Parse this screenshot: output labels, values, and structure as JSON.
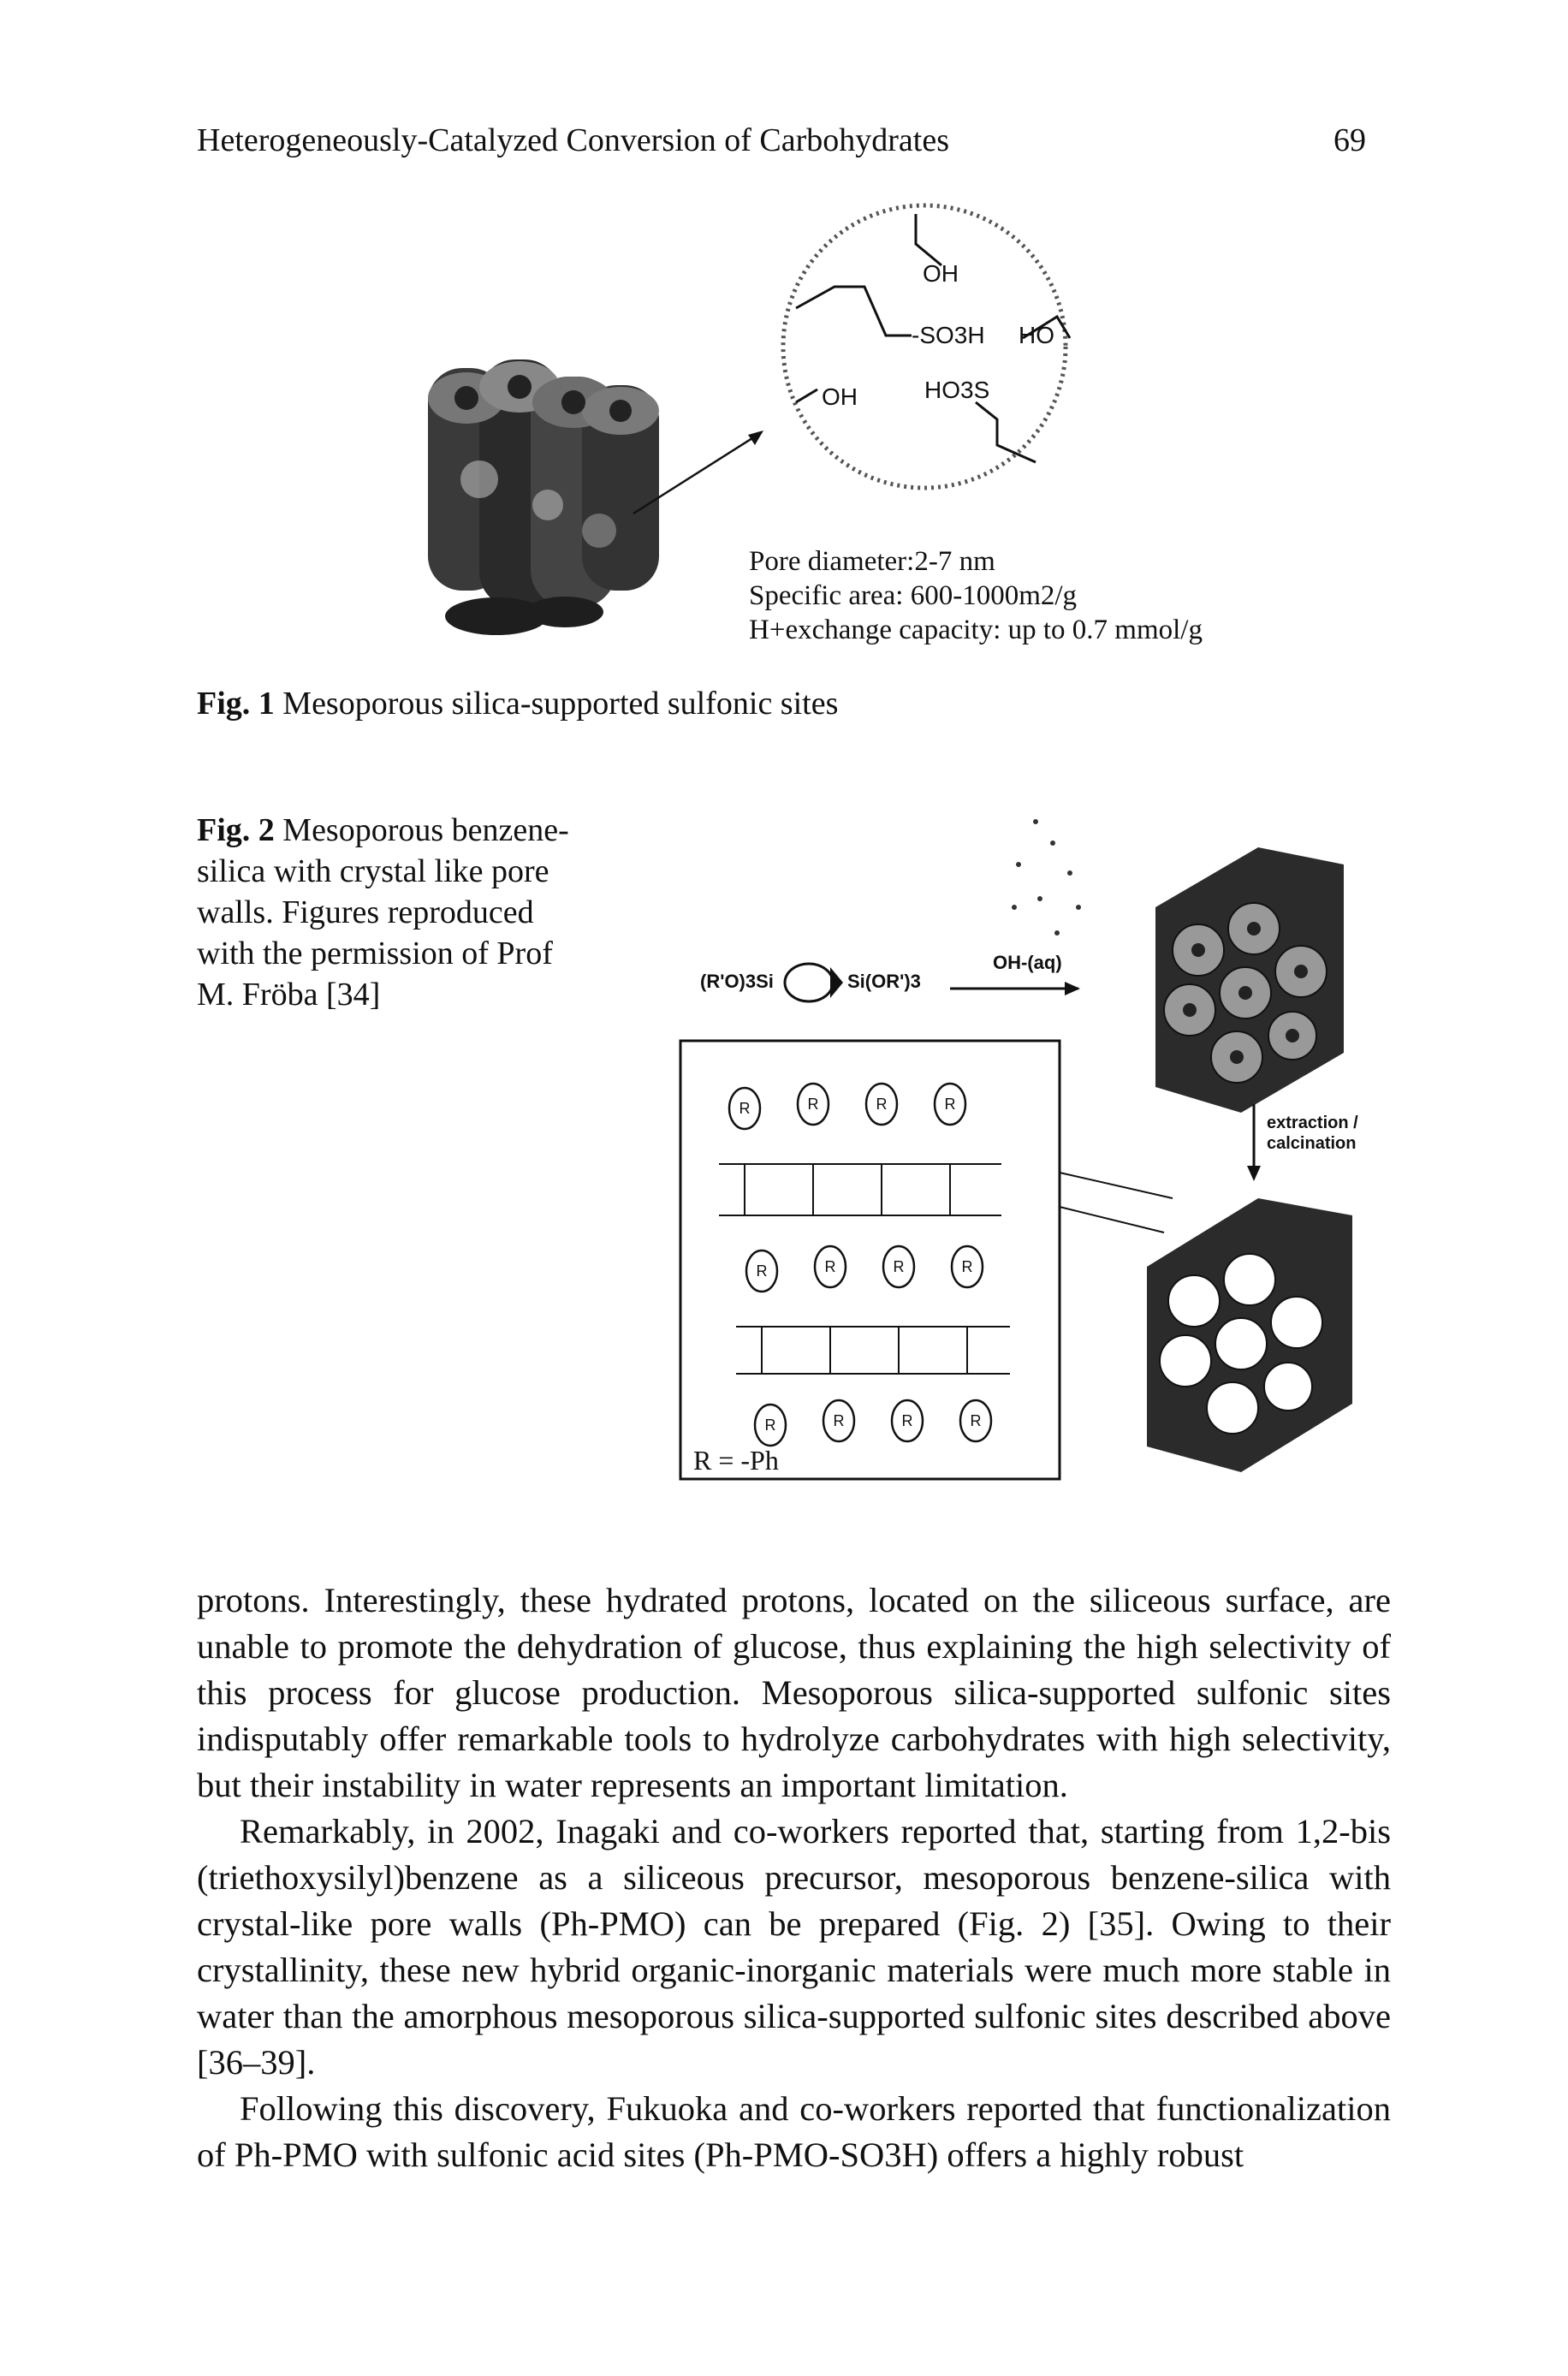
{
  "header": {
    "running_title": "Heterogeneously-Catalyzed Conversion of Carbohydrates",
    "page_number": "69"
  },
  "figure1": {
    "pore_labels": {
      "oh_top": "OH",
      "so3h": "-SO3H",
      "ho_right": "HO",
      "oh_left": "OH",
      "ho3s": "HO3S"
    },
    "specs": {
      "pore_diameter": "Pore diameter:2-7 nm",
      "specific_area": "Specific area: 600-1000m2/g",
      "exchange_capacity": "H+exchange capacity: up to 0.7 mmol/g"
    },
    "caption_label": "Fig. 1",
    "caption_text": "Mesoporous silica-supported sulfonic sites"
  },
  "figure2": {
    "caption_label": "Fig. 2",
    "caption_lines": [
      "Mesoporous benzene-",
      "silica with crystal like pore",
      "walls. Figures reproduced",
      "with the permission of Prof",
      "M. Fröba [34]"
    ],
    "precursor_left": "(R'O)3Si",
    "precursor_right": "Si(OR')3",
    "ring_label": "R",
    "arrow_label": "OH-(aq)",
    "step_label_1": "extraction /",
    "step_label_2": "calcination",
    "r_definition": "R = -Ph"
  },
  "body": {
    "paragraph1": "protons. Interestingly, these hydrated protons, located on the siliceous surface, are unable to promote the dehydration of glucose, thus explaining the high selectivity of this process for glucose production. Mesoporous silica-supported sulfonic sites indisputably offer remarkable tools to hydrolyze carbohydrates with high selectivity, but their instability in water represents an important limitation.",
    "paragraph2": "Remarkably, in 2002, Inagaki and co-workers reported that, starting from 1,2-bis (triethoxysilyl)benzene as a siliceous precursor, mesoporous benzene-silica with crystal-like pore walls (Ph-PMO) can be prepared (Fig. 2) [35]. Owing to their crystallinity, these new hybrid organic-inorganic materials were much more stable in water than the amorphous mesoporous silica-supported sulfonic sites described above [36–39].",
    "paragraph3": "Following this discovery, Fukuoka and co-workers reported that functionalization of Ph-PMO with sulfonic acid sites (Ph-PMO-SO3H) offers a highly robust"
  }
}
